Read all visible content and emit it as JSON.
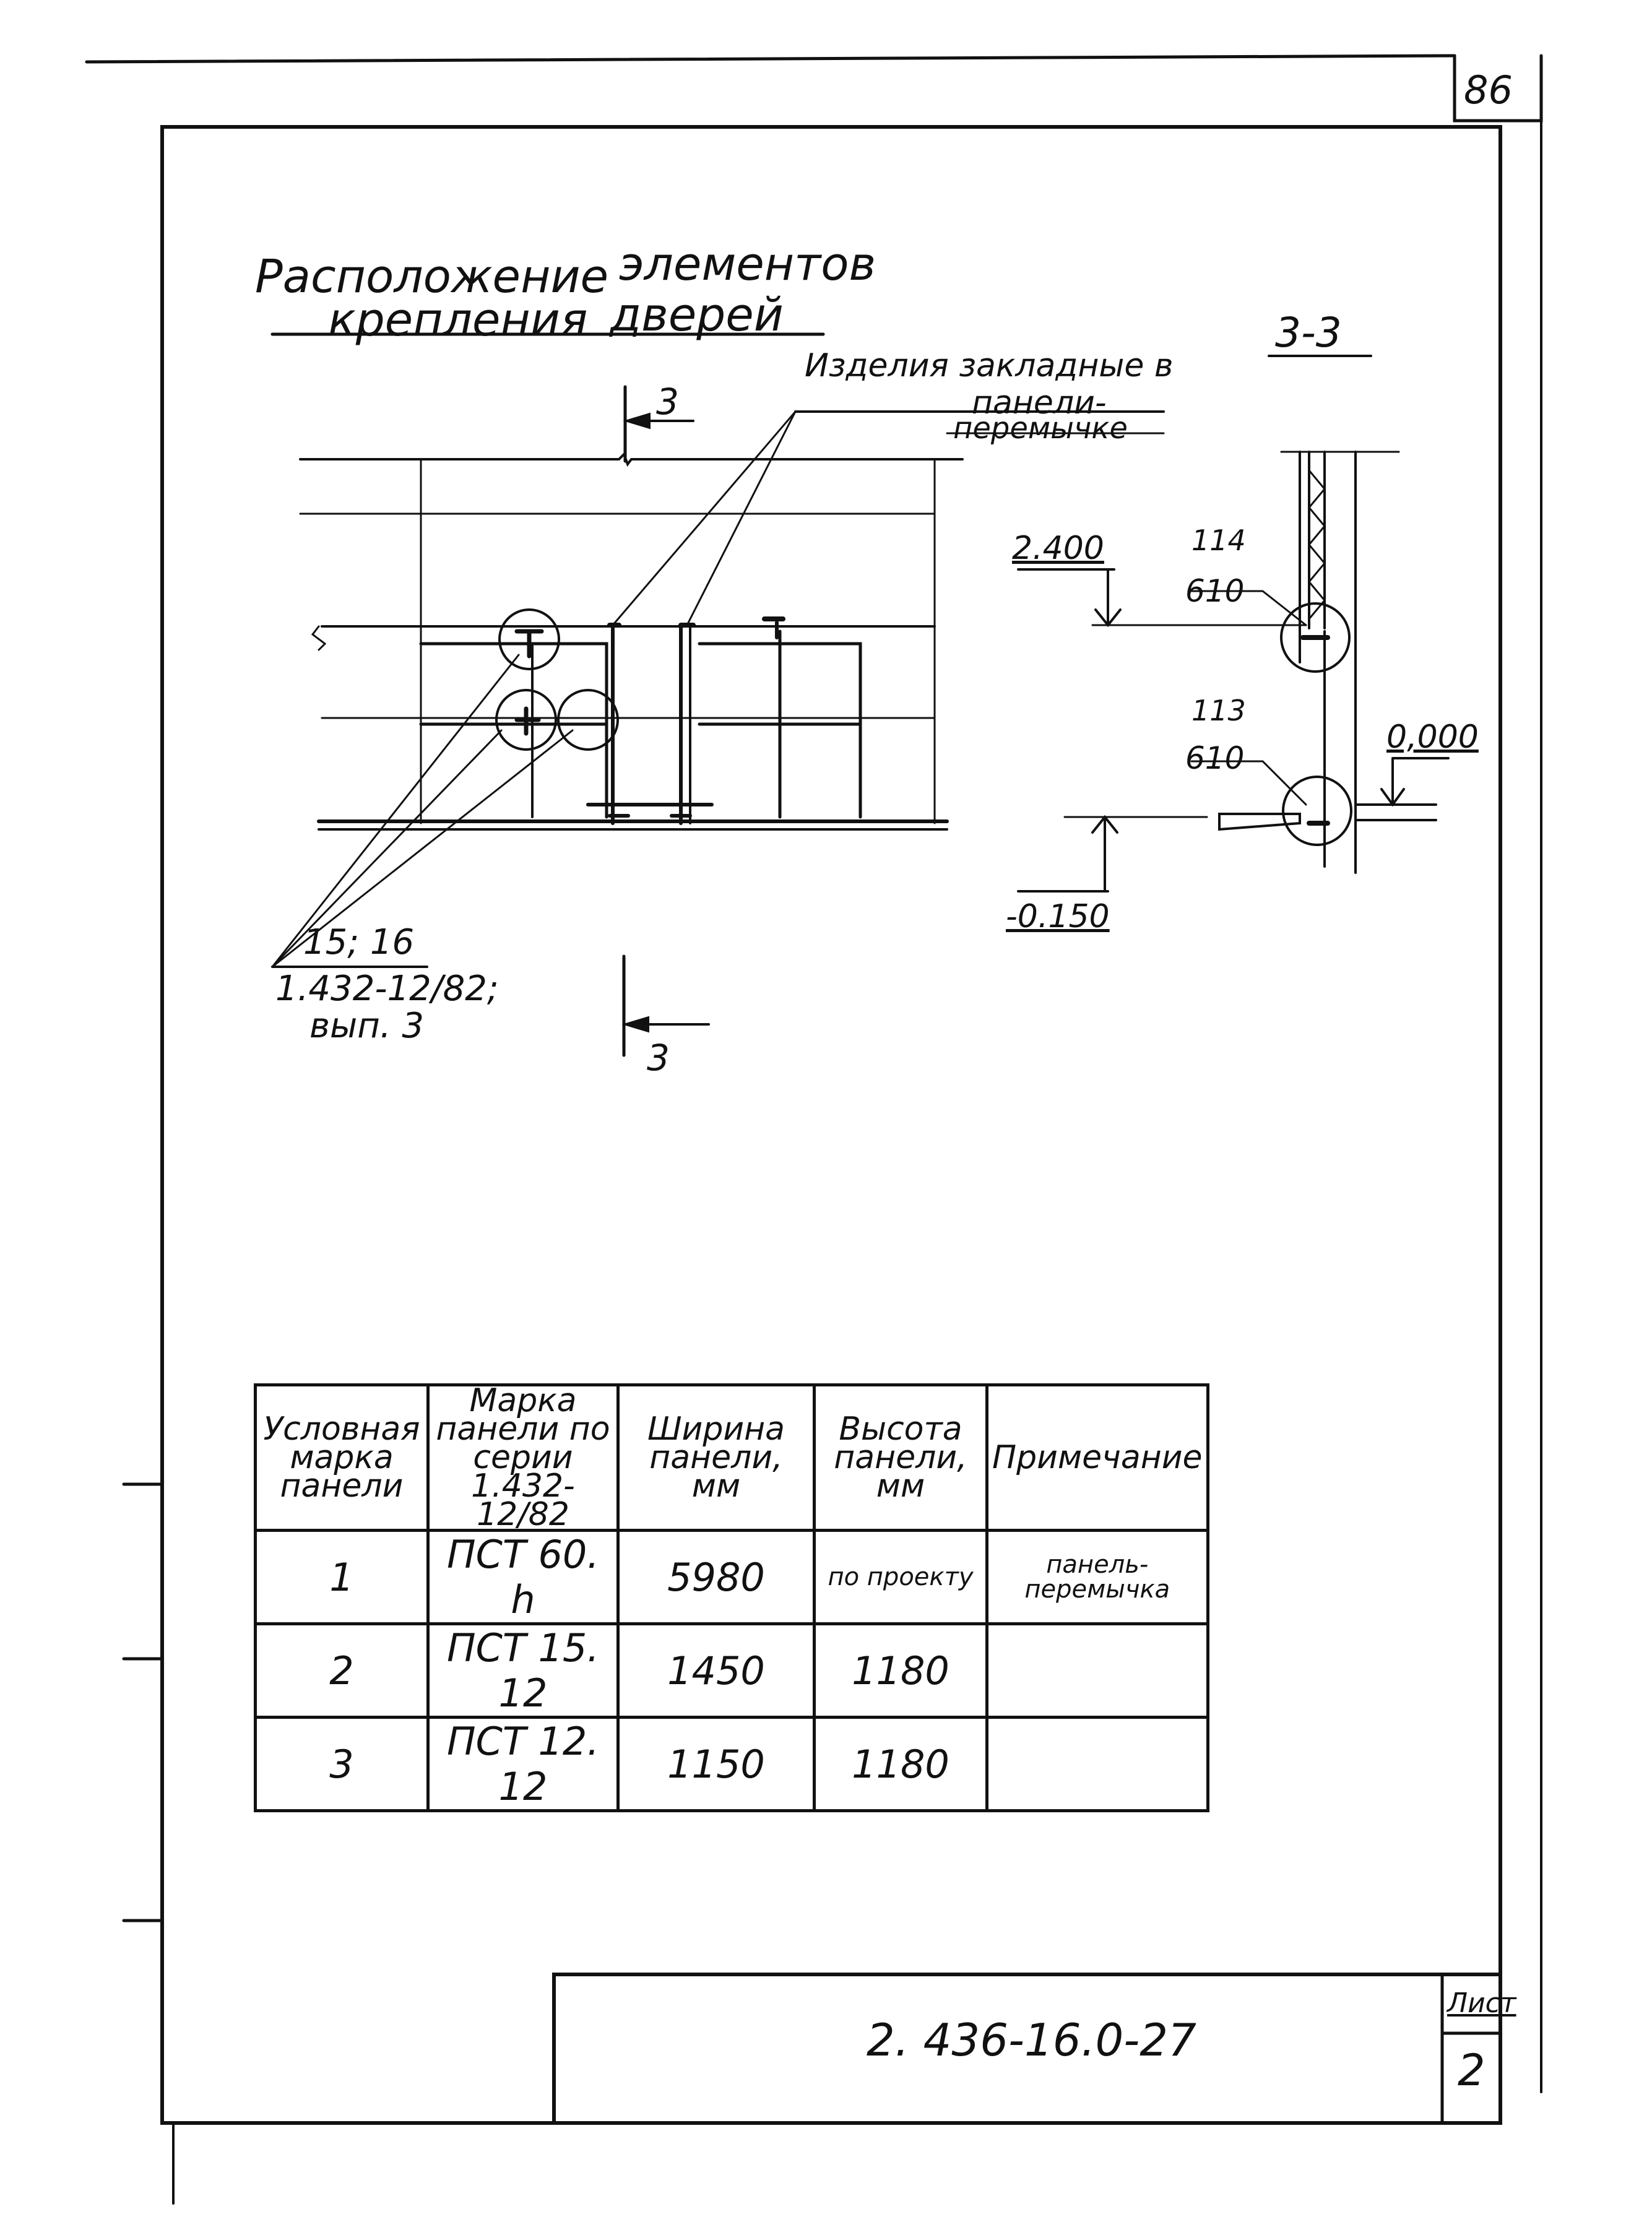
{
  "sheet_number": "86",
  "title": {
    "line1_left": "Расположение",
    "line1_right": "элементов",
    "line2_left": "крепления",
    "line2_right": "дверей"
  },
  "callout_embedded": {
    "line1": "Изделия закладные в",
    "line2": "панели-",
    "line3": "перемычке"
  },
  "callout_reference": {
    "line1": "15; 16",
    "line2": "1.432-12/82;",
    "line3": "вып. 3"
  },
  "section_mark": "3",
  "section_title": "3-3",
  "elevations": {
    "top": "2.400",
    "zero": "0,000",
    "bottom": "-0.150"
  },
  "nodes": {
    "upper_num": "114",
    "upper_den": "610",
    "lower_num": "113",
    "lower_den": "610"
  },
  "table": {
    "headers": [
      "Условная марка панели",
      "Марка панели по серии 1.432-12/82",
      "Ширина панели, мм",
      "Высота панели, мм",
      "Примечание"
    ],
    "rows": [
      [
        "1",
        "ПСТ 60. h",
        "5980",
        "по проекту",
        "панель-перемычка"
      ],
      [
        "2",
        "ПСТ 15. 12",
        "1450",
        "1180",
        ""
      ],
      [
        "3",
        "ПСТ 12. 12",
        "1150",
        "1180",
        ""
      ]
    ]
  },
  "stamp": {
    "document_code": "2. 436-16.0-27",
    "sheet_label": "Лист",
    "sheet_value": "2"
  }
}
